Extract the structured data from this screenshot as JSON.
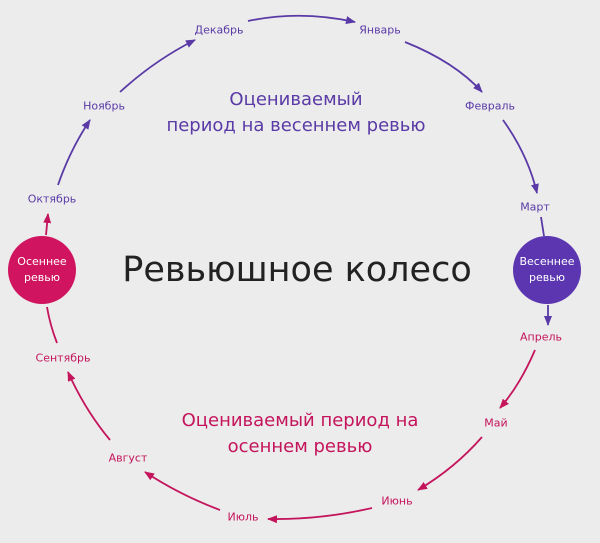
{
  "title": "Ревьюшное колесо",
  "spring_period": "Оцениваемый период на весеннем ревью",
  "spring_period_lines": [
    "Оцениваемый",
    "период на весеннем ревью"
  ],
  "autumn_period_lines": [
    "Оцениваемый период на",
    "осеннем ревью"
  ],
  "spring_review": {
    "lines": [
      "Весеннее",
      "ревью"
    ],
    "color": "#5b36b0"
  },
  "autumn_review": {
    "lines": [
      "Осеннее",
      "ревью"
    ],
    "color": "#d0145f"
  },
  "months": [
    "Декабрь",
    "Январь",
    "Февраль",
    "Март",
    "Апрель",
    "Май",
    "Июнь",
    "Июль",
    "Август",
    "Сентябрь",
    "Октябрь",
    "Ноябрь"
  ],
  "colors": {
    "purple": "#5a3aa6",
    "magenta": "#c4145c",
    "background": "#ececec"
  }
}
